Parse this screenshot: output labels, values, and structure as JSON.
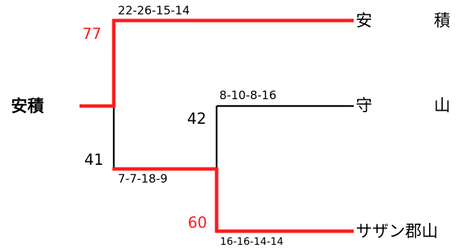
{
  "colors": {
    "winner_path": "#ff1a1a",
    "normal_path": "#000000"
  },
  "bracket": {
    "champion": {
      "name": "安積"
    },
    "final": {
      "top": {
        "score": "77",
        "set_scores": "22-26-15-14",
        "winner": true
      },
      "bottom": {
        "score": "41",
        "set_scores": "7-7-18-9",
        "winner": false
      }
    },
    "semifinal": {
      "top": {
        "score": "42",
        "set_scores": "8-10-8-16",
        "winner": false
      },
      "bottom": {
        "score": "60",
        "set_scores": "16-16-14-14",
        "winner": true
      }
    },
    "teams": [
      {
        "name_char_1": "安",
        "name_char_2": "積"
      },
      {
        "name_char_1": "守",
        "name_char_2": "山"
      },
      {
        "name": "サザン郡山"
      }
    ]
  }
}
